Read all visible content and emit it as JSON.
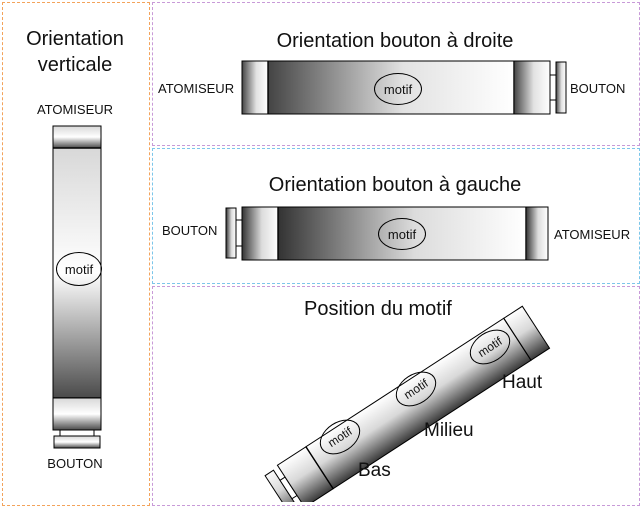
{
  "panels": {
    "vertical": {
      "title": "Orientation verticale",
      "top_label": "ATOMISEUR",
      "bottom_label": "BOUTON",
      "motif": "motif"
    },
    "button_right": {
      "title": "Orientation bouton à droite",
      "left_label": "ATOMISEUR",
      "right_label": "BOUTON",
      "motif": "motif"
    },
    "button_left": {
      "title": "Orientation bouton à gauche",
      "left_label": "BOUTON",
      "right_label": "ATOMISEUR",
      "motif": "motif"
    },
    "position": {
      "title": "Position du motif",
      "motif_1": "motif",
      "motif_2": "motif",
      "motif_3": "motif",
      "label_top": "Haut",
      "label_middle": "Milieu",
      "label_bottom": "Bas"
    }
  },
  "colors": {
    "border_dash_1": "#f3a35b",
    "border_dash_2": "#7cc6ea",
    "border_dash_3": "#c89ad8",
    "body_light": "#ffffff",
    "body_dark": "#5a5a5a"
  }
}
